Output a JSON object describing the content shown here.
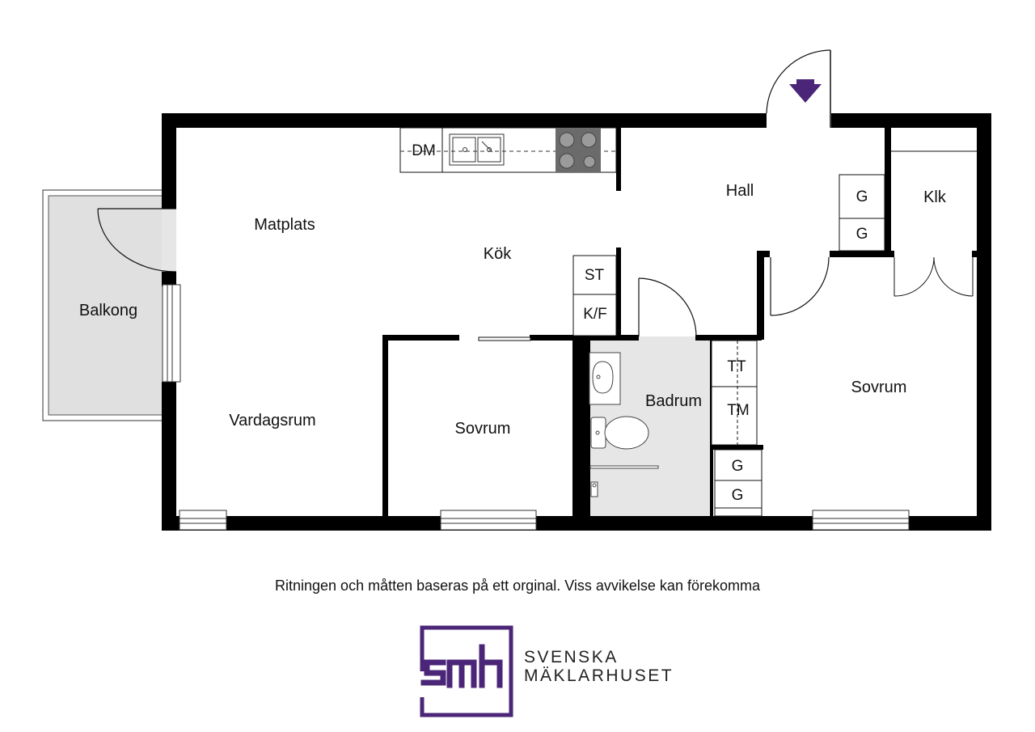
{
  "rooms": {
    "balkong": "Balkong",
    "matplats": "Matplats",
    "kok": "Kök",
    "hall": "Hall",
    "klk": "Klk",
    "vardagsrum": "Vardagsrum",
    "sovrum_1": "Sovrum",
    "badrum": "Badrum",
    "sovrum_2": "Sovrum"
  },
  "fixtures": {
    "dm": "DM",
    "st": "ST",
    "kf": "K/F",
    "tt": "TT",
    "tm": "TM",
    "g_hall_1": "G",
    "g_hall_2": "G",
    "g_bed_1": "G",
    "g_bed_2": "G"
  },
  "disclaimer": "Ritningen och måtten baseras på ett orginal. Viss avvikelse kan förekomma",
  "logo": {
    "mark": "smh",
    "line1": "SVENSKA",
    "line2": "MÄKLARHUSET"
  },
  "colors": {
    "wall": "#000000",
    "wet_area": "#e6e6e6",
    "balcony": "#e0e0e0",
    "brand_purple": "#4b2577",
    "entrance_arrow": "#4b2577"
  },
  "icons": {
    "entrance": "entrance-arrow-icon",
    "sink": "sink-icon",
    "stove": "stove-icon",
    "toilet": "toilet-icon",
    "washbasin": "washbasin-icon",
    "shower": "shower-icon"
  }
}
